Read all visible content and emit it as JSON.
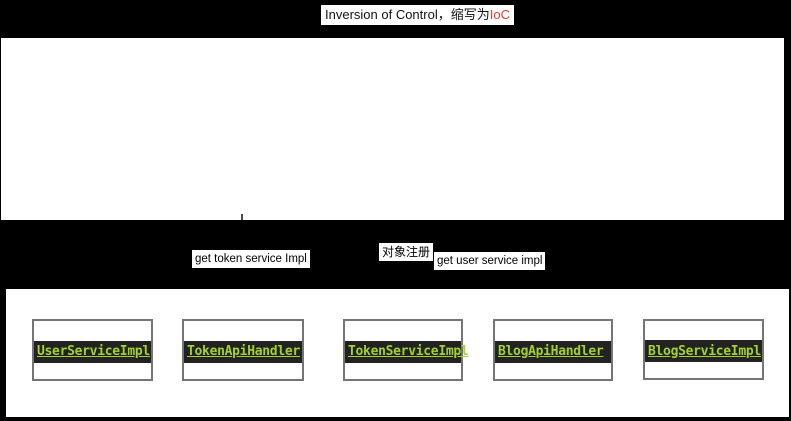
{
  "title": {
    "prefix": "Inversion of Control，缩写为",
    "highlight": "IoC"
  },
  "edge_labels": [
    {
      "text": "get token service Impl"
    },
    {
      "text": "对象注册"
    },
    {
      "text": "get user service impl"
    }
  ],
  "registry_boxes": [
    {
      "label": "UserServiceImpl"
    },
    {
      "label": "TokenApiHandler"
    },
    {
      "label": "TokenServiceImpl"
    },
    {
      "label": "BlogApiHandler"
    },
    {
      "label": "BlogServiceImpl"
    }
  ],
  "colors": {
    "highlight_red": "#ef3b30",
    "accent_green": "#a2d22e",
    "connector_gray": "#757575",
    "label_strip_bg": "#222222"
  }
}
